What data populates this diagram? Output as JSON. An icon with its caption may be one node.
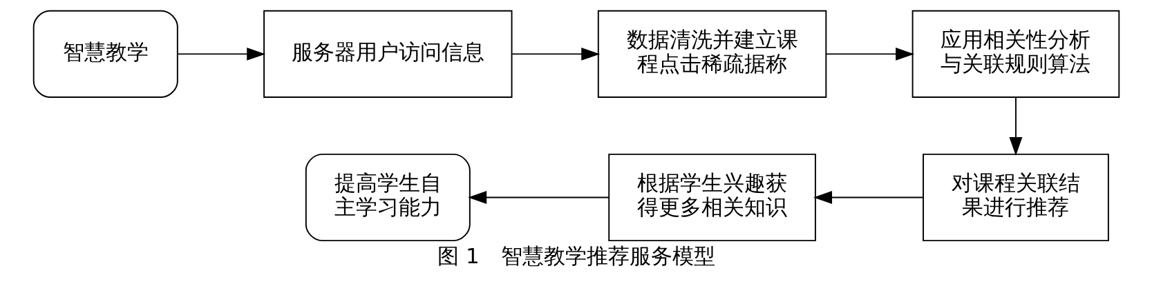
{
  "diagram": {
    "caption": "图 1　智慧教学推荐服务模型",
    "nodes": [
      {
        "text": [
          "智慧教学"
        ]
      },
      {
        "text": [
          "服务器用户访问信息"
        ]
      },
      {
        "text": [
          "数据清洗并建立课程点击稀疏据称"
        ]
      },
      {
        "text": [
          "应用相关性分析与关联规则算法"
        ]
      },
      {
        "text": [
          "对课程关联结果进行推荐"
        ]
      },
      {
        "text": [
          "根据学生兴趣获得更多相关知识"
        ]
      },
      {
        "text": [
          "提高学生自主学习能力"
        ]
      }
    ],
    "edges": [
      {
        "from": 0,
        "to": 1,
        "arrow": "to"
      },
      {
        "from": 1,
        "to": 2,
        "arrow": "to"
      },
      {
        "from": 2,
        "to": 3,
        "arrow": "to"
      },
      {
        "from": 3,
        "to": 4,
        "arrow": "to"
      },
      {
        "from": 4,
        "to": 5,
        "arrow": "to"
      },
      {
        "from": 5,
        "to": 6,
        "arrow": "to"
      }
    ]
  }
}
